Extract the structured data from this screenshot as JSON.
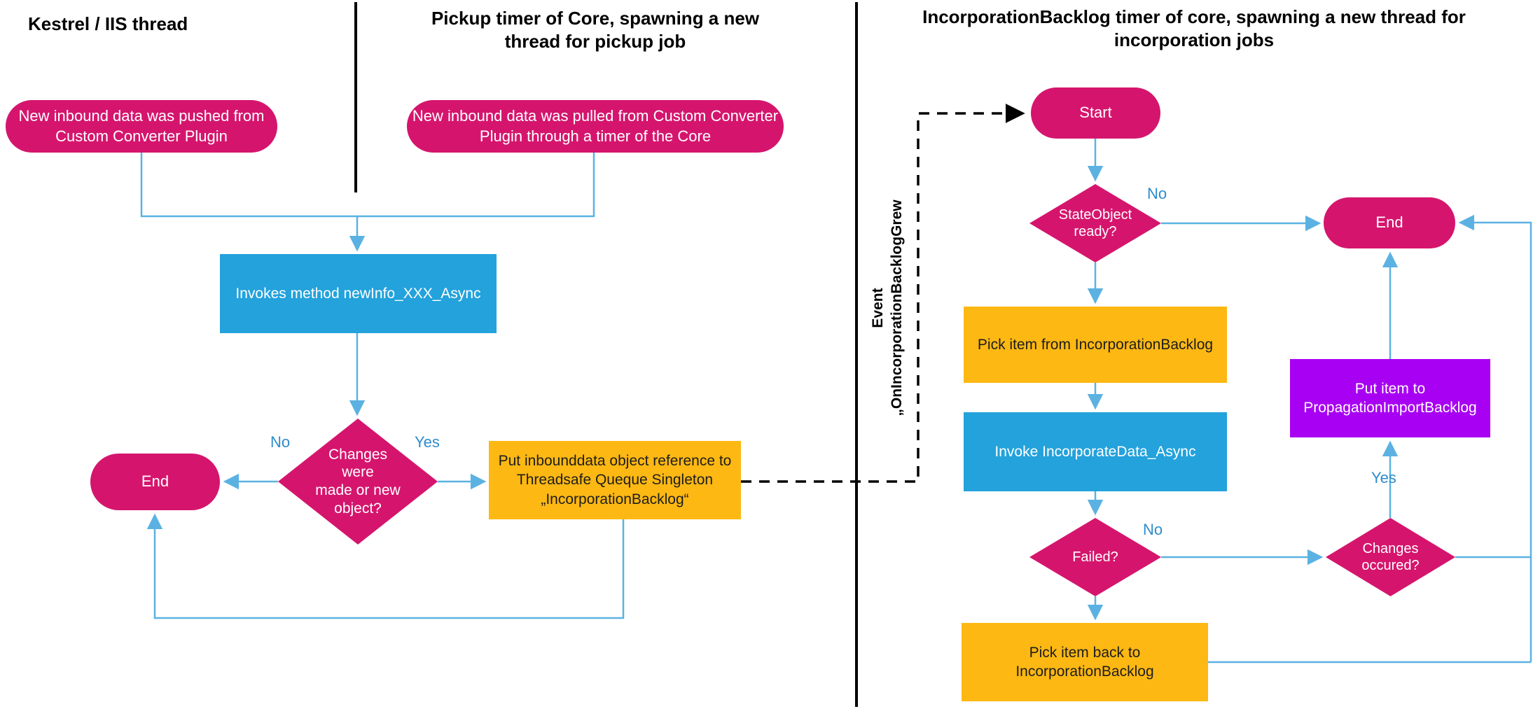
{
  "columns": {
    "left": {
      "title": "Kestrel / IIS thread"
    },
    "middle": {
      "title": "Pickup timer of Core, spawning a new\nthread for pickup job"
    },
    "right": {
      "title": "IncorporationBacklog timer of core, spawning a new thread for\nincorporation jobs"
    }
  },
  "event_label": {
    "line1": "Event",
    "line2": "„OnIncorporationBacklogGrew"
  },
  "nodes": {
    "inbound_pushed": {
      "label": "New inbound data was pushed from\nCustom Converter Plugin"
    },
    "inbound_pulled": {
      "label": "New inbound data was pulled from Custom Converter\nPlugin through a timer of the Core"
    },
    "invokes_method": {
      "label": "Invokes method newInfo_XXX_Async"
    },
    "changes_made": {
      "label": "Changes\nwere\nmade or new\nobject?"
    },
    "end_left": {
      "label": "End"
    },
    "put_inbounddata": {
      "label": "Put inbounddata object reference to\nThreadsafe Queque Singleton\n„IncorporationBacklog“"
    },
    "start": {
      "label": "Start"
    },
    "stateobject_ready": {
      "label": "StateObject\nready?"
    },
    "pick_item_from": {
      "label": "Pick item from IncorporationBacklog"
    },
    "invoke_incorporate": {
      "label": "Invoke IncorporateData_Async"
    },
    "failed": {
      "label": "Failed?"
    },
    "pick_item_back": {
      "label": "Pick item back to\nIncorporationBacklog"
    },
    "changes_occured": {
      "label": "Changes\noccured?"
    },
    "put_item_propagation": {
      "label": "Put item to\nPropagationImportBacklog"
    },
    "end_right": {
      "label": "End"
    }
  },
  "branch_labels": {
    "changes_made_no": "No",
    "changes_made_yes": "Yes",
    "stateobject_no": "No",
    "failed_no": "No",
    "changes_occured_yes": "Yes"
  },
  "colors": {
    "pink": "#D5156D",
    "blue": "#23A2DC",
    "orange": "#FDB813",
    "purple": "#A800F2",
    "connector": "#5BB2E2",
    "label-blue": "#2F8CCB",
    "ink": "#000000"
  }
}
